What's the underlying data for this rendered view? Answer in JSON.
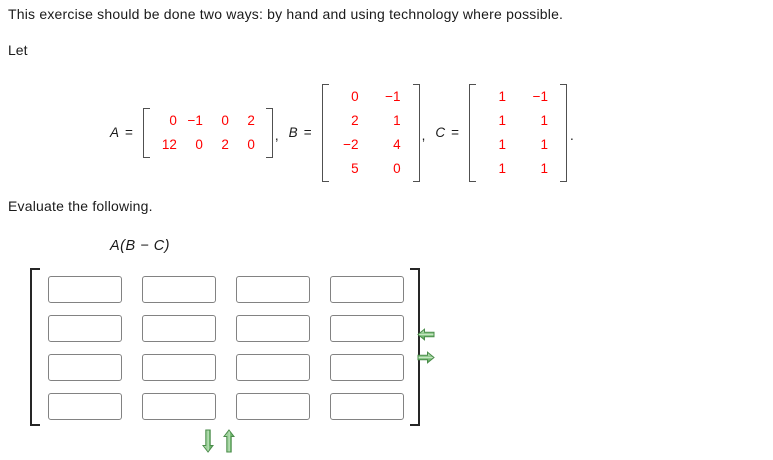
{
  "page": {
    "intro": "This exercise should be done two ways: by hand and using technology where possible.",
    "let_label": "Let",
    "evaluate_label": "Evaluate the following.",
    "expression": "A(B − C)"
  },
  "symbols": {
    "equals": "=",
    "comma": ",",
    "period": "."
  },
  "matrices": {
    "A": {
      "label": "A",
      "rows": [
        [
          "0",
          "−1",
          "0",
          "2"
        ],
        [
          "12",
          "0",
          "2",
          "0"
        ]
      ]
    },
    "B": {
      "label": "B",
      "rows": [
        [
          "0",
          "−1"
        ],
        [
          "2",
          "1"
        ],
        [
          "−2",
          "4"
        ],
        [
          "5",
          "0"
        ]
      ]
    },
    "C": {
      "label": "C",
      "rows": [
        [
          "1",
          "−1"
        ],
        [
          "1",
          "1"
        ],
        [
          "1",
          "1"
        ],
        [
          "1",
          "1"
        ]
      ]
    }
  },
  "answer_matrix": {
    "rows": 4,
    "cols": 4,
    "cells": [
      [
        "",
        "",
        "",
        ""
      ],
      [
        "",
        "",
        "",
        ""
      ],
      [
        "",
        "",
        "",
        ""
      ],
      [
        "",
        "",
        "",
        ""
      ]
    ]
  },
  "icons": {
    "decrease_columns": "left-arrow-icon",
    "increase_columns": "right-arrow-icon",
    "increase_rows": "down-arrow-icon",
    "decrease_rows": "up-arrow-icon"
  },
  "colors": {
    "matrix_value_red": "#ff0000",
    "arrow_green": "#64ad64",
    "arrow_green_light": "#cfe9ca",
    "arrow_outline_green": "#4a8c4a",
    "bracket_dark": "#262626",
    "bracket_gray": "#505050",
    "input_border_gray": "#828282"
  }
}
